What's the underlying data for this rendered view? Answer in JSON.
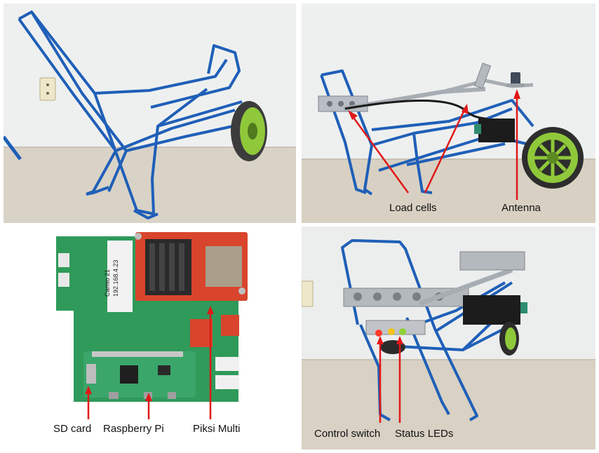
{
  "panels": {
    "top_right": {
      "labels": {
        "load_cells": "Load cells",
        "antenna": "Antenna"
      }
    },
    "bottom_left": {
      "labels": {
        "sd_card": "SD card",
        "raspberry_pi": "Raspberry Pi",
        "piksi_multi": "Piksi Multi"
      },
      "sticker": {
        "line1": "Camto 21",
        "line2": "192.168.4.23"
      }
    },
    "bottom_right": {
      "labels": {
        "control_switch": "Control switch",
        "status_leds": "Status LEDs"
      }
    }
  },
  "colors": {
    "frame_blue": "#1f5fb8",
    "wheel_green": "#8fc83a",
    "pcb_green": "#2f9a5a",
    "piksi_red": "#d8452c",
    "arrow_red": "#e01818",
    "wall": "#e9ecea",
    "floor": "#d9d2c4"
  }
}
